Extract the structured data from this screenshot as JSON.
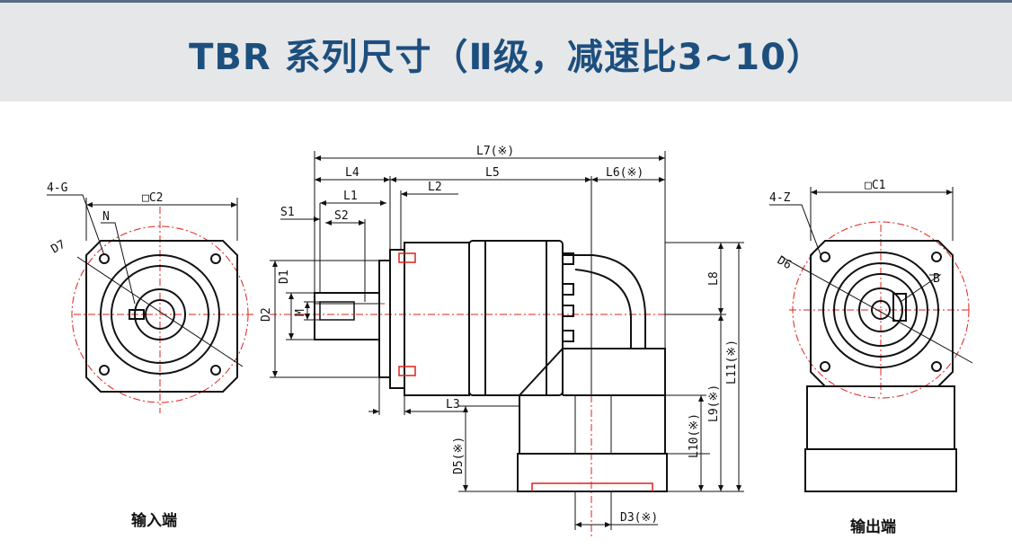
{
  "title": "TBR 系列尺寸（Ⅱ级，减速比3~10）",
  "labels": {
    "input_view": "输入端",
    "output_view": "输出端",
    "dc2": "□C2",
    "dc1": "□C1",
    "four_g": "4-G",
    "four_z": "4-Z",
    "n": "N",
    "d7": "D7",
    "d6": "D6",
    "b": "B",
    "l7": "L7(※)",
    "l4": "L4",
    "l5": "L5",
    "l6": "L6(※)",
    "l1": "L1",
    "l2": "L2",
    "s1": "S1",
    "s2": "S2",
    "d1": "D1",
    "d2": "D2",
    "m": "M",
    "l3": "L3",
    "l8": "L8",
    "l9": "L9(※)",
    "l10": "L10(※)",
    "l11": "L11(※)",
    "d5": "D5(※)",
    "d3": "D3(※)"
  },
  "colors": {
    "title_text": "#1d4f7e",
    "header_bg": "#e6e7e9",
    "line": "#111111",
    "centerline": "#e0201a"
  }
}
